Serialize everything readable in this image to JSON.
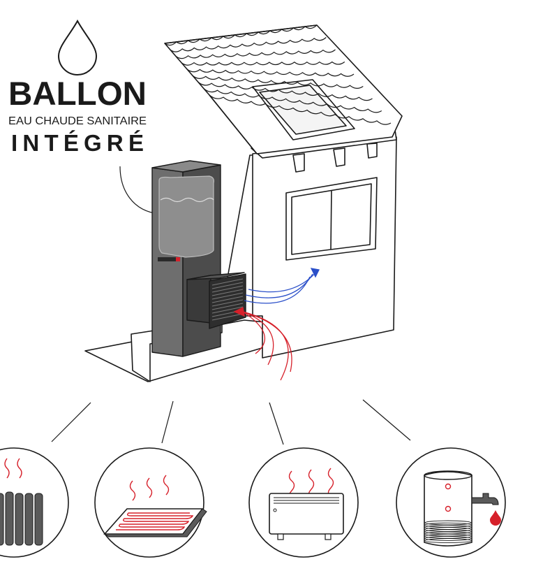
{
  "header": {
    "title": "BALLON",
    "subtitle": "EAU CHAUDE SANITAIRE",
    "tagline": "INTÉGRÉ"
  },
  "icons": {
    "drop": "water-drop-icon",
    "tiles": "roof-tiles",
    "heat_pump": "heat-pump-unit",
    "radiator": "radiator-icon",
    "floor": "underfloor-heating-icon",
    "convector": "convector-heater-icon",
    "tank": "hot-water-tank-icon"
  },
  "colors": {
    "hot": "#d6202a",
    "cold": "#2a4fc9",
    "line": "#1a1a1a",
    "unit": "#5a5a5a"
  }
}
